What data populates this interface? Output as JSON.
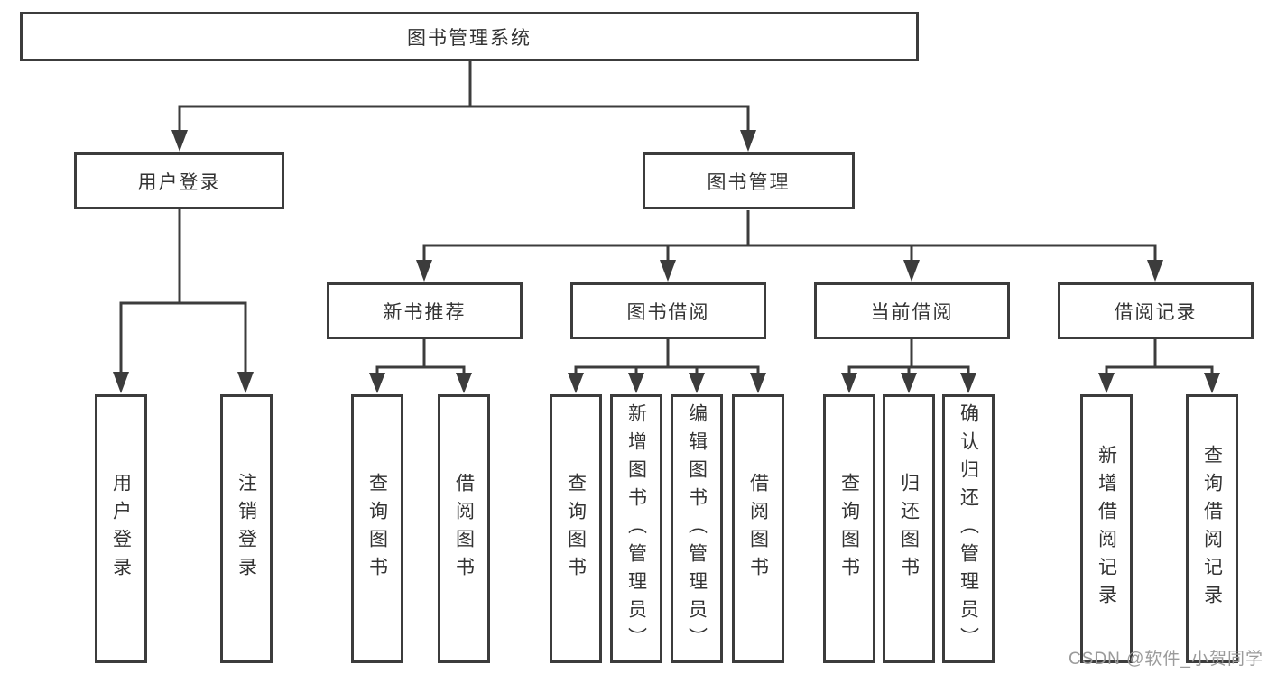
{
  "root": {
    "label": "图书管理系统"
  },
  "level2": [
    {
      "label": "用户登录"
    },
    {
      "label": "图书管理"
    }
  ],
  "level3": [
    {
      "label": "新书推荐"
    },
    {
      "label": "图书借阅"
    },
    {
      "label": "当前借阅"
    },
    {
      "label": "借阅记录"
    }
  ],
  "leaves": [
    {
      "label": "用户登录"
    },
    {
      "label": "注销登录"
    },
    {
      "label": "查询图书"
    },
    {
      "label": "借阅图书"
    },
    {
      "label": "查询图书"
    },
    {
      "label": "新增图书（管理员）"
    },
    {
      "label": "编辑图书（管理员）"
    },
    {
      "label": "借阅图书"
    },
    {
      "label": "查询图书"
    },
    {
      "label": "归还图书"
    },
    {
      "label": "确认归还（管理员）"
    },
    {
      "label": "新增借阅记录"
    },
    {
      "label": "查询借阅记录"
    }
  ],
  "watermark": "CSDN @软件_小贺同学",
  "colors": {
    "line": "#3c3c3c",
    "text": "#333333",
    "watermark": "#9b9b9b"
  }
}
